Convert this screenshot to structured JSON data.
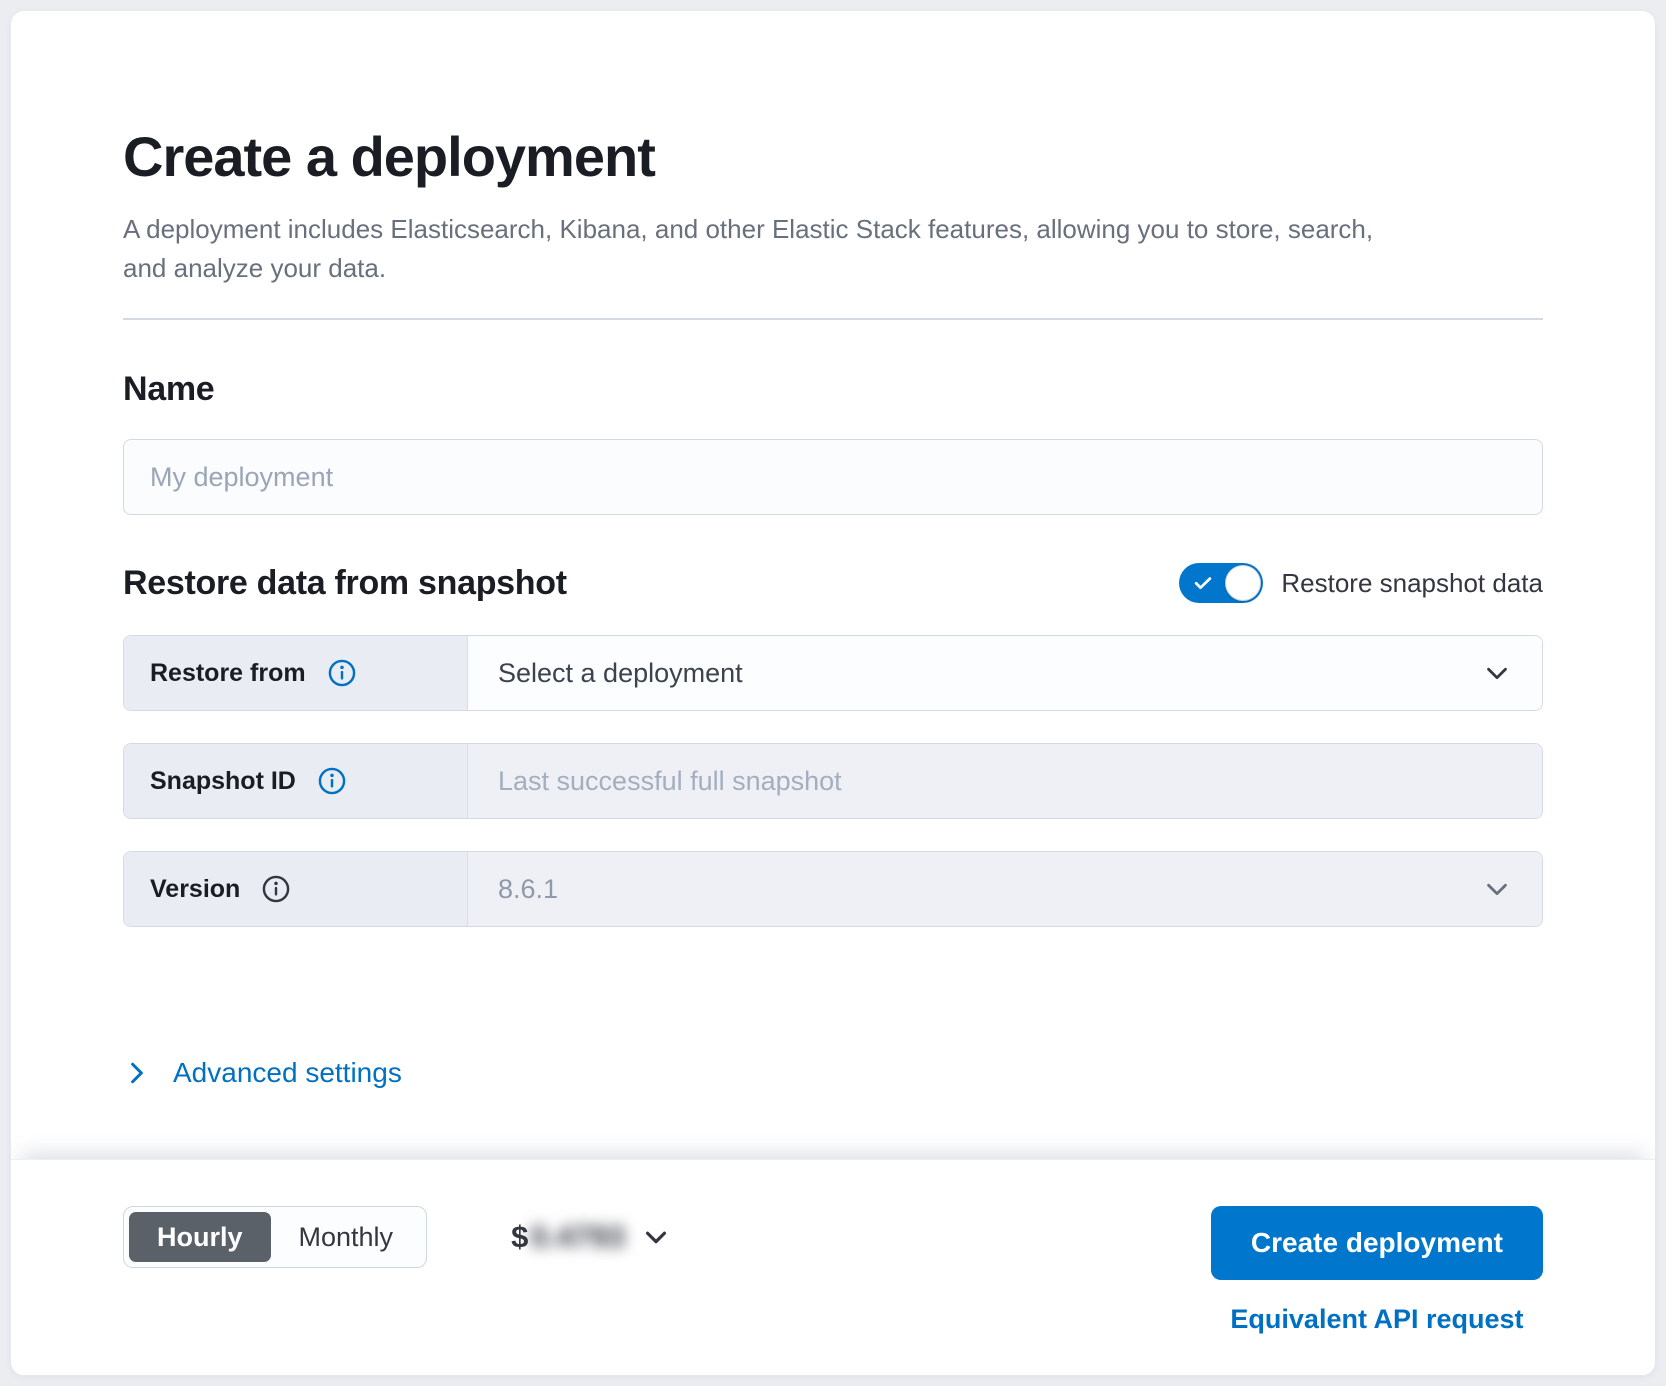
{
  "header": {
    "title": "Create a deployment",
    "subtitle": "A deployment includes Elasticsearch, Kibana, and other Elastic Stack features, allowing you to store, search, and analyze your data."
  },
  "name_section": {
    "heading": "Name",
    "placeholder": "My deployment",
    "value": ""
  },
  "snapshot_section": {
    "heading": "Restore data from snapshot",
    "toggle": {
      "label": "Restore snapshot data",
      "state": "on"
    },
    "restore_from": {
      "label": "Restore from",
      "value": "Select a deployment"
    },
    "snapshot_id": {
      "label": "Snapshot ID",
      "placeholder": "Last successful full snapshot",
      "value": ""
    },
    "version": {
      "label": "Version",
      "value": "8.6.1"
    }
  },
  "advanced_settings": {
    "label": "Advanced settings"
  },
  "footer": {
    "billing": {
      "hourly": "Hourly",
      "monthly": "Monthly",
      "selected": "Hourly"
    },
    "price": {
      "currency": "$",
      "amount": "0.4793",
      "blurred": true
    },
    "create_button": "Create deployment",
    "api_link": "Equivalent API request"
  },
  "icons": {
    "info": "ⓘ",
    "chevron_down": "⌄",
    "chevron_right": "›",
    "check": "✓"
  },
  "colors": {
    "primary": "#0077cc",
    "link": "#0071c2",
    "toggle_on": "#0077cc",
    "billing_selected_bg": "#5a6169",
    "label_cell_bg": "#e9edf3",
    "disabled_field_bg": "#eef0f5",
    "divider": "#d3dae6"
  }
}
